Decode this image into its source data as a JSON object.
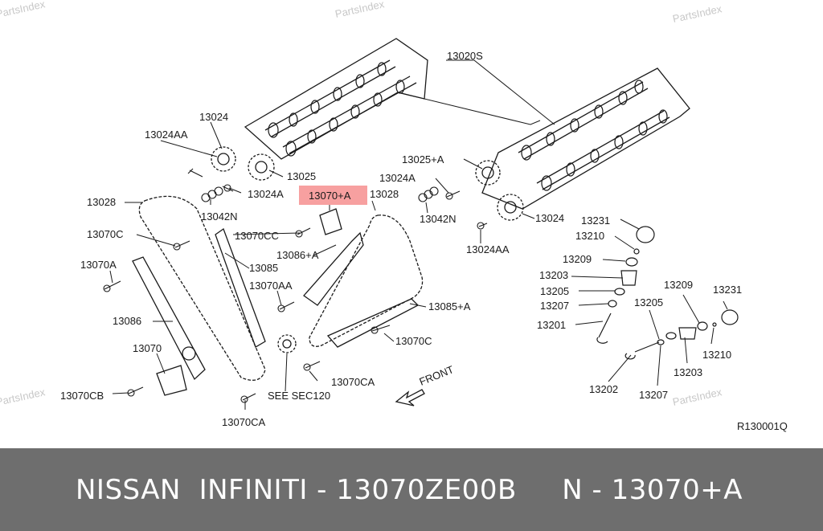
{
  "diagram": {
    "highlight_color": "#f7a0a0",
    "labels": {
      "l13020s": "13020S",
      "l13024": "13024",
      "l13024aa_top": "13024AA",
      "l13025": "13025",
      "l13024a_left": "13024A",
      "l13042n_left": "13042N",
      "l13028_left": "13028",
      "l13070c_left": "13070C",
      "l13070cc": "13070CC",
      "l13085": "13085",
      "l13070a": "13070A",
      "l13070aa": "13070AA",
      "l13086": "13086",
      "l13070": "13070",
      "l13070cb": "13070CB",
      "l13070ca_bottom": "13070CA",
      "l13070pa": "13070+A",
      "l13028_right": "13028",
      "l13086pa": "13086+A",
      "l13085pa": "13085+A",
      "l13070c_right": "13070C",
      "l13070ca_right": "13070CA",
      "see_sec": "SEE SEC120",
      "front": "FRONT",
      "l13025pa": "13025+A",
      "l13024a_right": "13024A",
      "l13042n_right": "13042N",
      "l13024_right": "13024",
      "l13024aa_right": "13024AA",
      "l13231_top": "13231",
      "l13210_top": "13210",
      "l13209_left": "13209",
      "l13203_left": "13203",
      "l13205_left": "13205",
      "l13207_left": "13207",
      "l13201": "13201",
      "l13205_right": "13205",
      "l13209_right": "13209",
      "l13231_right": "13231",
      "l13203_right": "13203",
      "l13210_right": "13210",
      "l13202": "13202",
      "l13207_bottom": "13207",
      "ref": "R130001Q"
    },
    "watermarks": [
      "PartsIndex",
      "PartsIndex",
      "PartsIndex",
      "PartsIndex",
      "PartsIndex"
    ]
  },
  "footer": {
    "text": "NISSAN  INFINITI - 13070ZE00B     N - 13070+A"
  }
}
